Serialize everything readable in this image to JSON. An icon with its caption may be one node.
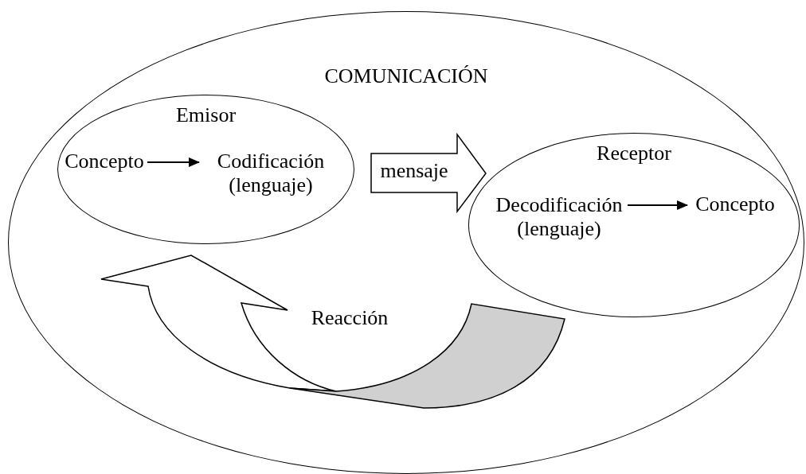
{
  "diagram": {
    "nodes": [
      {
        "text": [
          "COMUNICACIÓN"
        ]
      },
      {
        "text": [
          "Emisor"
        ],
        "in": 0
      },
      {
        "text": [
          "Concepto"
        ],
        "in": 1
      },
      {
        "text": [
          "Codificación (lenguaje)"
        ],
        "in": 1
      },
      {
        "text": [
          "Receptor"
        ],
        "in": 0
      },
      {
        "text": [
          "Decodificación (lenguaje)"
        ],
        "in": 4
      },
      {
        "text": [
          "Concepto"
        ],
        "in": 4
      }
    ],
    "edges": [
      {
        "from": 2,
        "to": 3,
        "arrow": "to"
      },
      {
        "from": 1,
        "to": 4,
        "arrow": "to",
        "label": "mensaje",
        "style": "thick"
      },
      {
        "from": 5,
        "to": 6,
        "arrow": "to"
      },
      {
        "from": 4,
        "to": 1,
        "arrow": "to",
        "label": "Reacción",
        "style": "thick"
      }
    ]
  }
}
